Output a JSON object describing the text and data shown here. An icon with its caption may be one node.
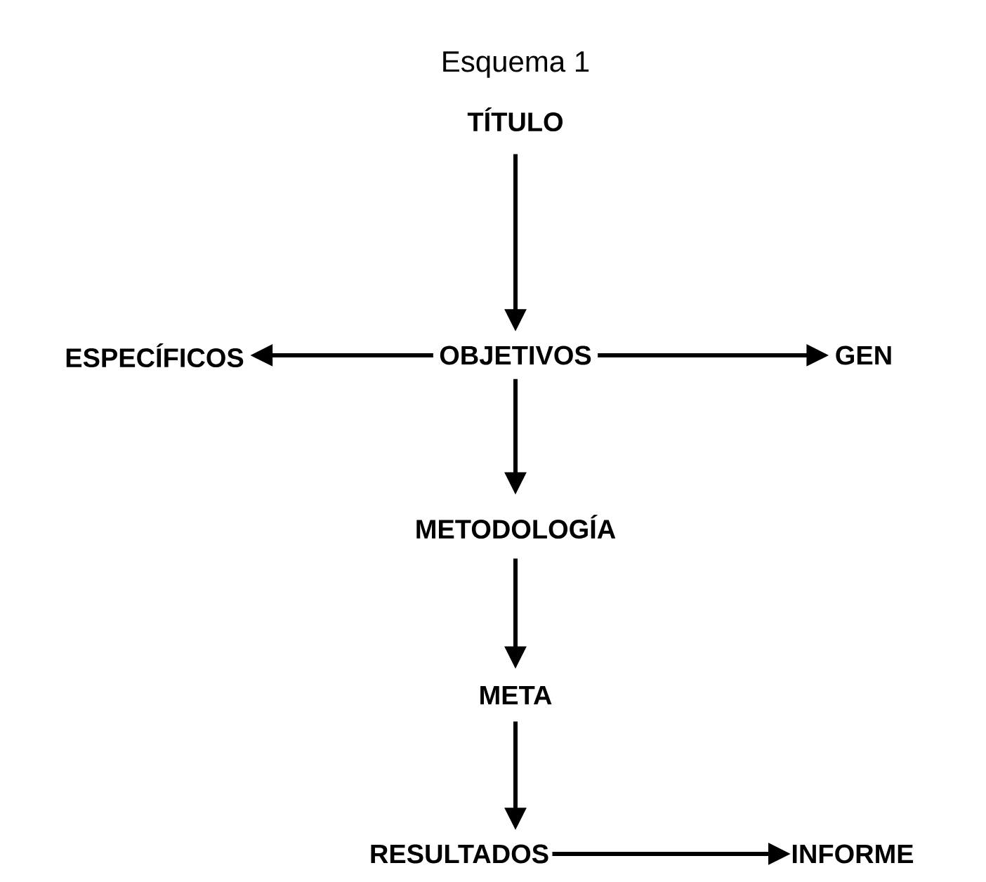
{
  "diagram": {
    "title": "Esquema 1",
    "nodes": [
      {
        "text": [
          "TÍTULO"
        ]
      },
      {
        "text": [
          "OBJETIVOS"
        ]
      },
      {
        "text": [
          "ESPECÍFICOS"
        ]
      },
      {
        "text": [
          "GEN"
        ]
      },
      {
        "text": [
          "METODOLOGÍA"
        ]
      },
      {
        "text": [
          "META"
        ]
      },
      {
        "text": [
          "RESULTADOS"
        ]
      },
      {
        "text": [
          "INFORME"
        ]
      }
    ],
    "edges": [
      {
        "from": 0,
        "to": 1,
        "arrow": "to"
      },
      {
        "from": 1,
        "to": 2,
        "arrow": "to"
      },
      {
        "from": 1,
        "to": 3,
        "arrow": "to"
      },
      {
        "from": 1,
        "to": 4,
        "arrow": "to"
      },
      {
        "from": 4,
        "to": 5,
        "arrow": "to"
      },
      {
        "from": 5,
        "to": 6,
        "arrow": "to"
      },
      {
        "from": 6,
        "to": 7,
        "arrow": "to"
      }
    ]
  }
}
